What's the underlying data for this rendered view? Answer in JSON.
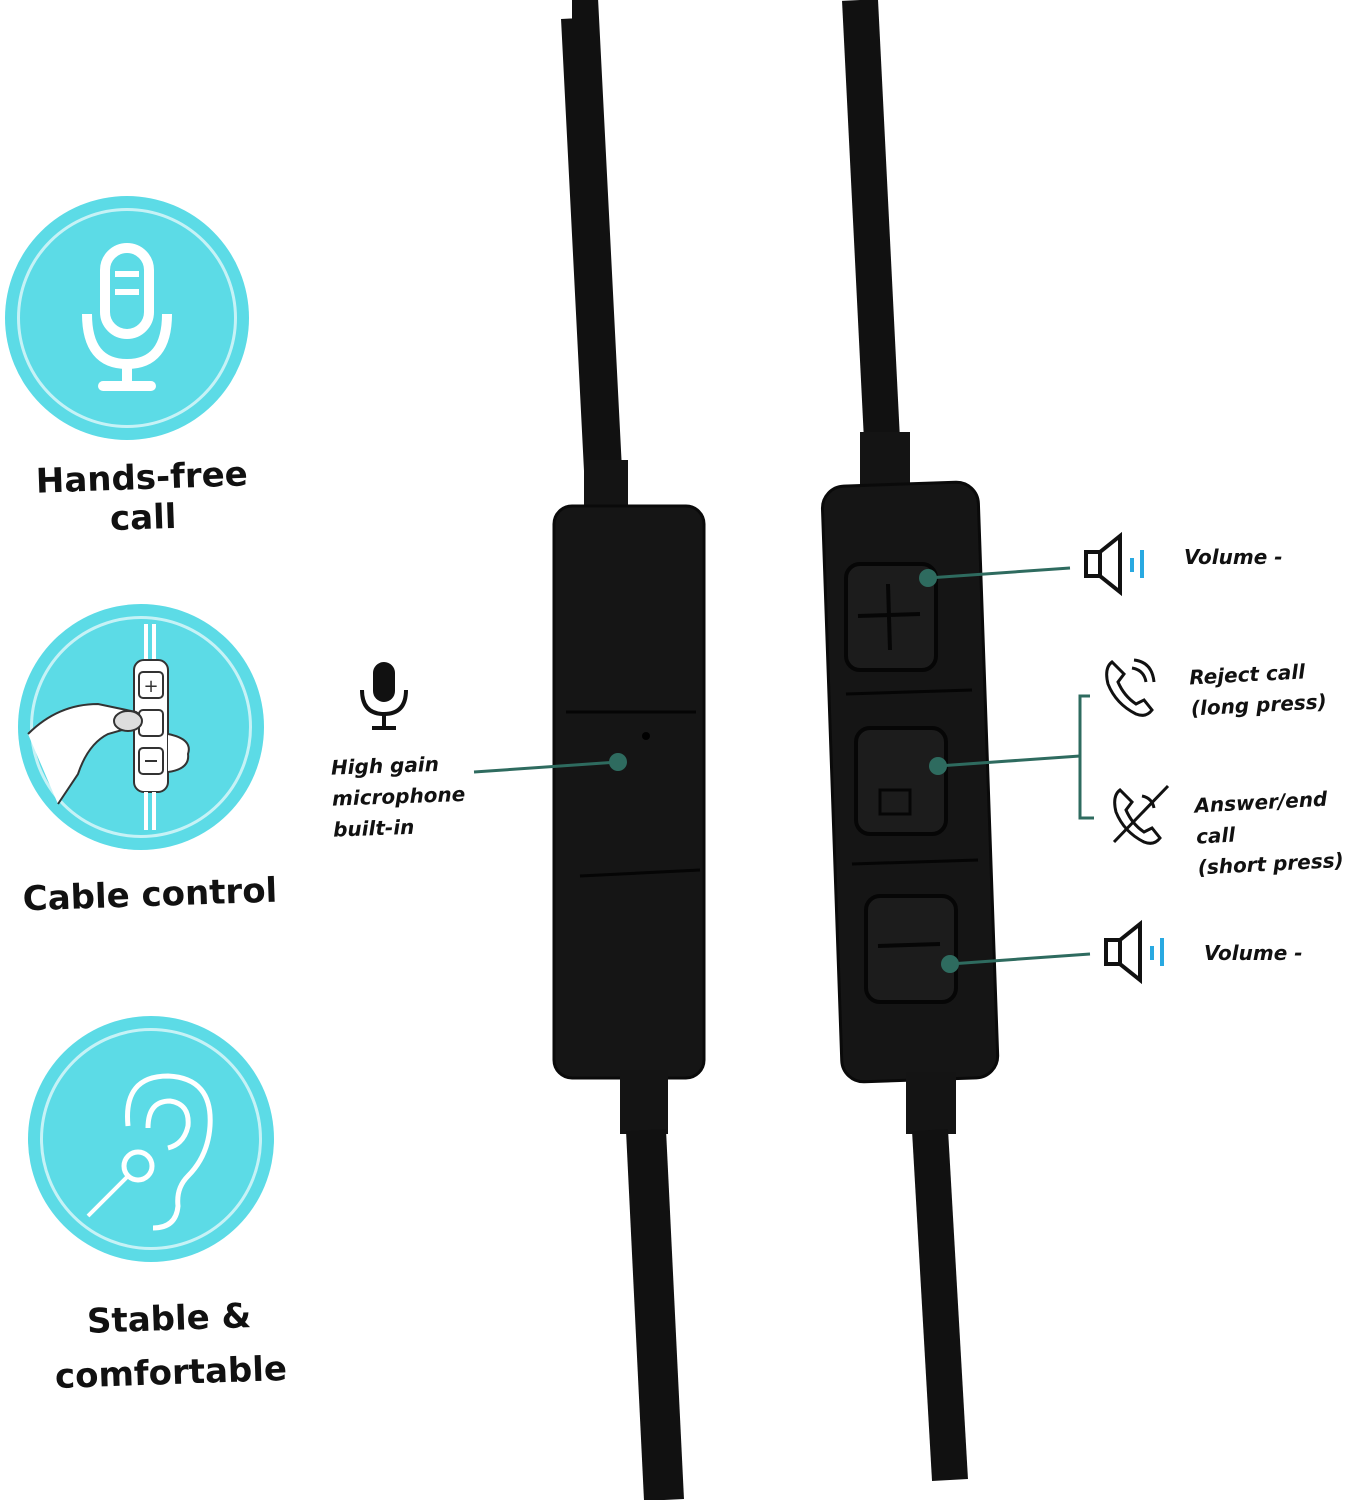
{
  "features": [
    {
      "label": "Hands-free call",
      "icon": "microphone-icon"
    },
    {
      "label": "Cable control",
      "icon": "hand-remote-icon"
    },
    {
      "label": "Stable &\ncomfortable",
      "icon": "ear-icon"
    }
  ],
  "callouts": {
    "mic": {
      "text": "High gain\nmicrophone\nbuilt-in",
      "icon": "microphone-icon"
    },
    "volume_up": {
      "text": "Volume -",
      "icon": "speaker-icon"
    },
    "reject": {
      "text": "Reject call\n(long press)",
      "icon": "phone-ringing-icon"
    },
    "answer": {
      "text": "Answer/end call\n(short press)",
      "icon": "phone-end-icon"
    },
    "volume_down": {
      "text": "Volume -",
      "icon": "speaker-icon"
    }
  },
  "colors": {
    "accent": "#5cdbe6",
    "leader": "#2e6b5f",
    "volume_bars": "#29a9e1"
  }
}
